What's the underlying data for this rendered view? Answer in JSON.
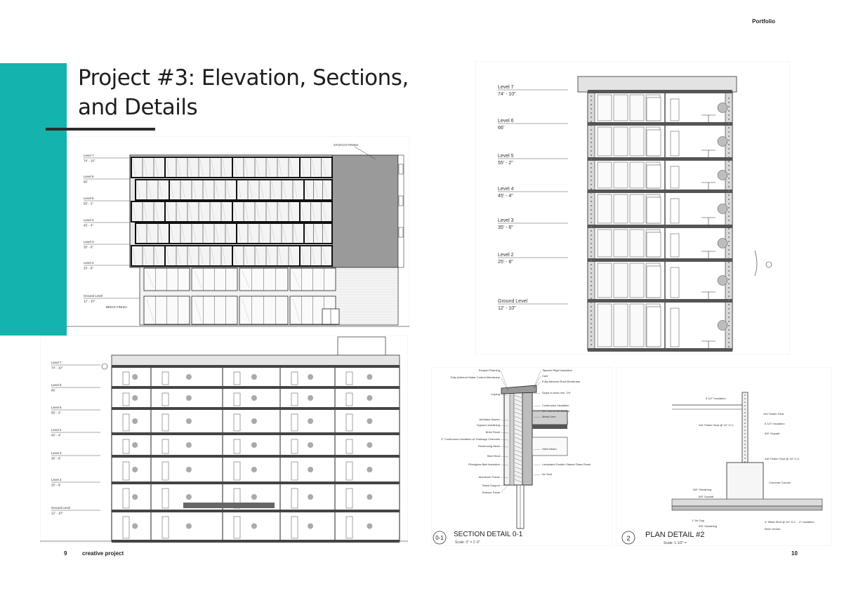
{
  "header": {
    "portfolio_label": "Portfolio"
  },
  "page": {
    "title_line1": "Project #3: Elevation, Sections,",
    "title_line2": "and Details"
  },
  "footer": {
    "left_page_number": "9",
    "left_label": "creative project",
    "right_page_number": "10"
  },
  "colors": {
    "accent": "#15b3ad",
    "rule": "#2b2b2b",
    "stucco": "#9a9a9a"
  },
  "elevation": {
    "levels": [
      {
        "name": "Level 7",
        "height": "74' - 10\""
      },
      {
        "name": "Level 6",
        "height": "66'"
      },
      {
        "name": "Level 5",
        "height": "55' - 2\""
      },
      {
        "name": "Level 4",
        "height": "45' - 4\""
      },
      {
        "name": "Level 3",
        "height": "35' - 6\""
      },
      {
        "name": "Level 2",
        "height": "25' - 8\""
      },
      {
        "name": "Ground Level",
        "height": "12' - 10\""
      }
    ],
    "stucco_label": "STUCCO FINISH",
    "brick_label": "BRICK FINISH"
  },
  "section_right": {
    "levels": [
      {
        "name": "Level 7",
        "height": "74' - 10\""
      },
      {
        "name": "Level 6",
        "height": "66'"
      },
      {
        "name": "Level 5",
        "height": "55' - 2\""
      },
      {
        "name": "Level 4",
        "height": "45' - 4\""
      },
      {
        "name": "Level 3",
        "height": "35' - 6\""
      },
      {
        "name": "Level 2",
        "height": "25' - 8\""
      },
      {
        "name": "Ground Level",
        "height": "12' - 10\""
      }
    ]
  },
  "section_left": {
    "levels": [
      {
        "name": "Level 7",
        "height": "74' - 10\""
      },
      {
        "name": "Level 6",
        "height": "66'"
      },
      {
        "name": "Level 5",
        "height": "55' - 2\""
      },
      {
        "name": "Level 4",
        "height": "45' - 4\""
      },
      {
        "name": "Level 3",
        "height": "35' - 6\""
      },
      {
        "name": "Level 2",
        "height": "25' - 8\""
      },
      {
        "name": "Ground Level",
        "height": "12' - 10\""
      }
    ]
  },
  "section_detail": {
    "marker": "0-1",
    "title": "SECTION DETAIL 0-1",
    "scale": "Scale: 3\" = 1'-0\"",
    "annotations_left": [
      "Parapet Flashing",
      "Fully Adhered Water Control Membrane",
      "Coping",
      "Air/Water Barrier",
      "Gypsum sheathing",
      "Brick Panel",
      "2\" Continuous Insulation w/ Drainage Channels",
      "Reinforcing Mesh",
      "Steel Stud",
      "Fiberglass Batt Insulation",
      "Aluminum Frame",
      "Stack Support",
      "Exterior Panel"
    ],
    "annotations_right": [
      "Tapered Rigid Insulation",
      "Cant",
      "Fully Adhered Roof Membrane",
      "Slope to drain min. 2%",
      "Continuous Insulation",
      "Air Control Membrane",
      "Metal Liner",
      "Steel Beam",
      "Laminated Double Glazed Glass Panel",
      "Air Seal"
    ]
  },
  "plan_detail": {
    "marker": "2",
    "title": "PLAN DETAIL #2",
    "scale": "Scale: 1-1/2\" =",
    "annotations": [
      "5 1/2\" Insulation",
      "2x6 Timber Stud",
      "2x6 Timber Stud @ 16\" O.C.",
      "5 1/2\" Insulation",
      "5/8\" Drywall",
      "2x6 Timber Stud @ 16\" O.C.",
      "Concrete Column",
      "5/8\" Sheathing",
      "5/8\" Drywall",
      "1\" Air Gap",
      "5/8\" Sheathing",
      "4\" Metal Stud @ 16\" O.C. - 4\" insulation",
      "Brick Veneer"
    ]
  }
}
